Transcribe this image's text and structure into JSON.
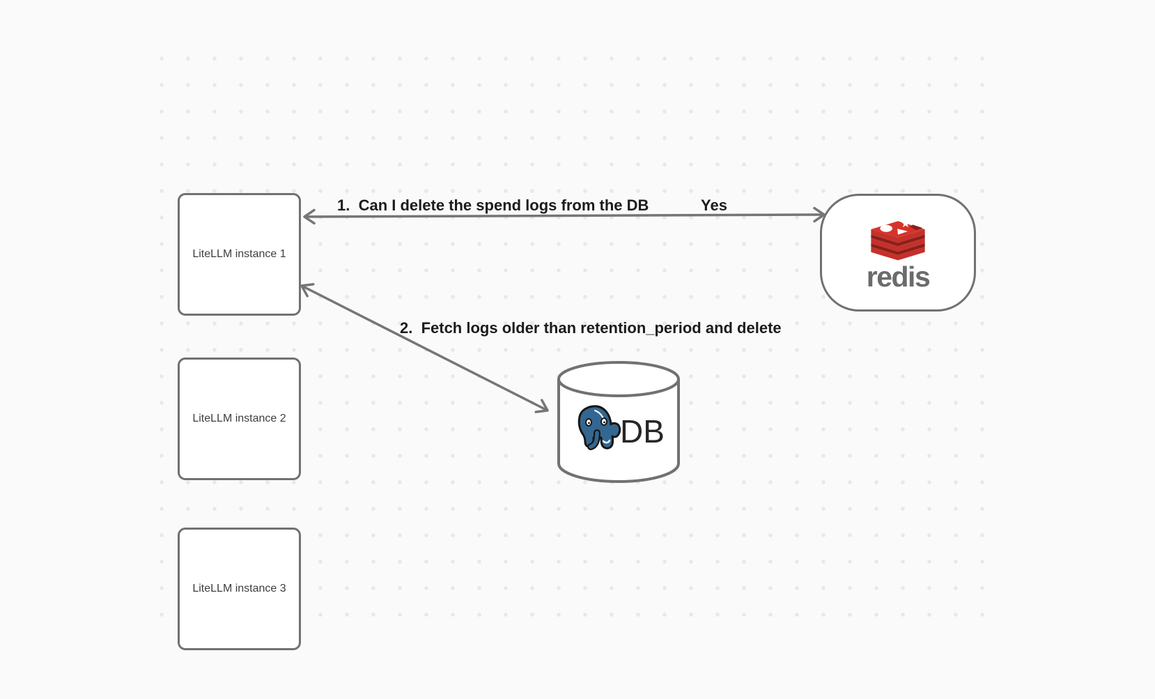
{
  "diagram": {
    "nodes": {
      "litellm1": {
        "label": "LiteLLM instance 1"
      },
      "litellm2": {
        "label": "LiteLLM instance 2"
      },
      "litellm3": {
        "label": "LiteLLM instance 3"
      },
      "redis": {
        "wordmark": "redis"
      },
      "db": {
        "label": "DB"
      }
    },
    "edges": {
      "edge1": {
        "label": "1.  Can I delete the spend logs from the DB",
        "reply": "Yes",
        "from": "LiteLLM instance 1",
        "to": "redis",
        "double_headed": true
      },
      "edge2": {
        "label": "2.  Fetch logs older than retention_period and delete",
        "from": "LiteLLM instance 1",
        "to": "DB",
        "double_headed": true
      }
    },
    "colors": {
      "background": "#fafafa",
      "grid_dot": "#e8e8e8",
      "shape_stroke": "#717171",
      "arrow": "#757575",
      "edge_label_text": "#1c1c1c",
      "node_label_text": "#3d3d3d",
      "redis_red": "#c6302b",
      "redis_red_dark": "#8a2018",
      "redis_red_top": "#d5342b",
      "redis_wordmark": "#6b6b6b",
      "postgres_blue": "#336791",
      "db_text": "#262626"
    }
  }
}
